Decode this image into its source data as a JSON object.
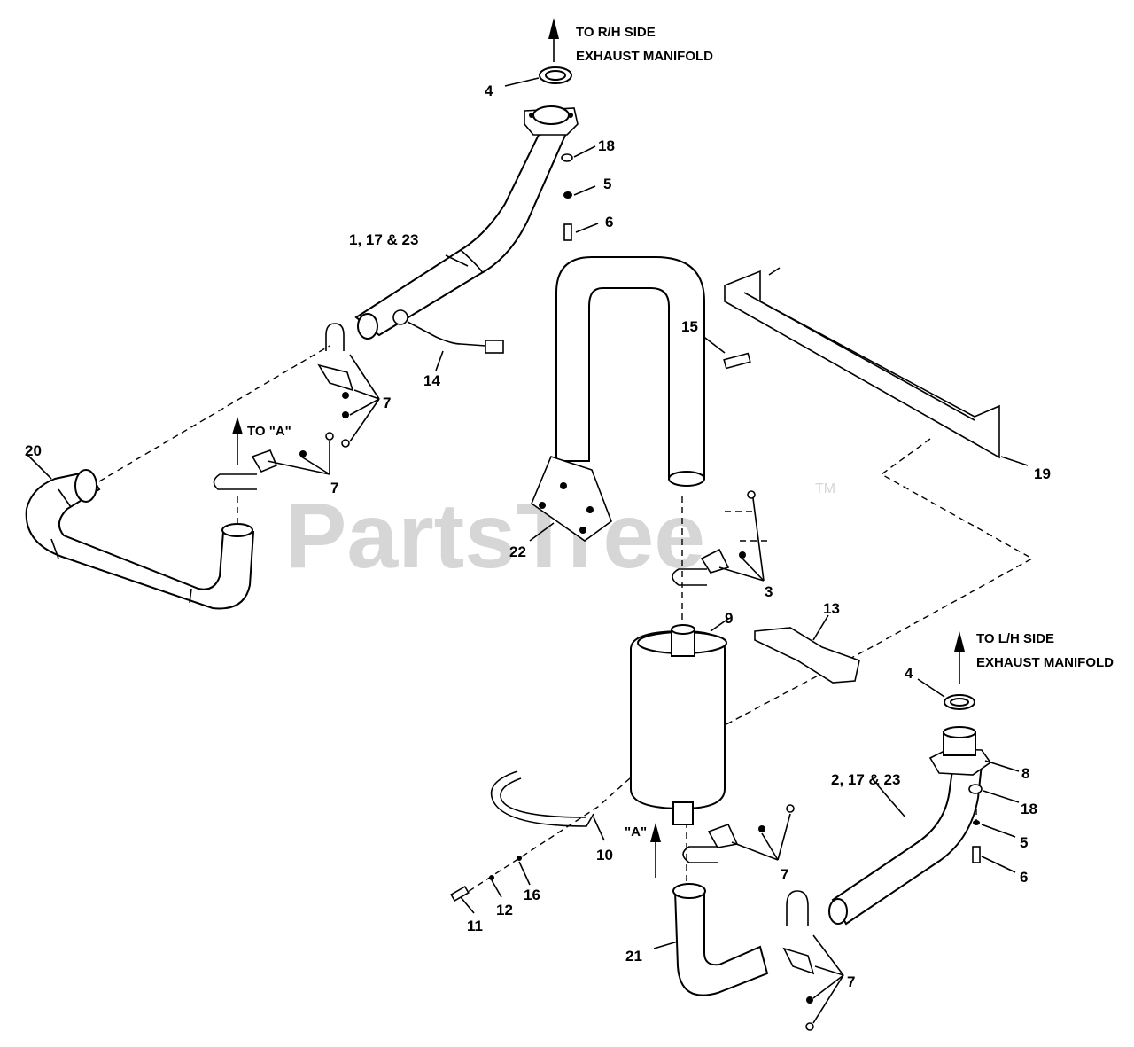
{
  "watermark": {
    "brand": "PartsTree",
    "trademark": "TM"
  },
  "notes": {
    "to_rh_line1": "TO R/H SIDE",
    "to_rh_line2": "EXHAUST MANIFOLD",
    "to_lh_line1": "TO L/H SIDE",
    "to_lh_line2": "EXHAUST MANIFOLD",
    "to_a": "TO \"A\"",
    "a_ref": "\"A\""
  },
  "callouts": {
    "c4_top": "4",
    "c18_top": "18",
    "c5_top": "5",
    "c6_top": "6",
    "c1_17_23": "1, 17 & 23",
    "c15": "15",
    "c14": "14",
    "c7_left_upper": "7",
    "c20": "20",
    "c7_left_lower": "7",
    "c19": "19",
    "c22": "22",
    "c3": "3",
    "c13": "13",
    "c9": "9",
    "c4_right": "4",
    "c8": "8",
    "c2_17_23": "2, 17 & 23",
    "c18_right": "18",
    "c5_right": "5",
    "c6_right": "6",
    "c10": "10",
    "c7_center": "7",
    "c16": "16",
    "c12": "12",
    "c11": "11",
    "c21": "21",
    "c7_bottom": "7"
  }
}
